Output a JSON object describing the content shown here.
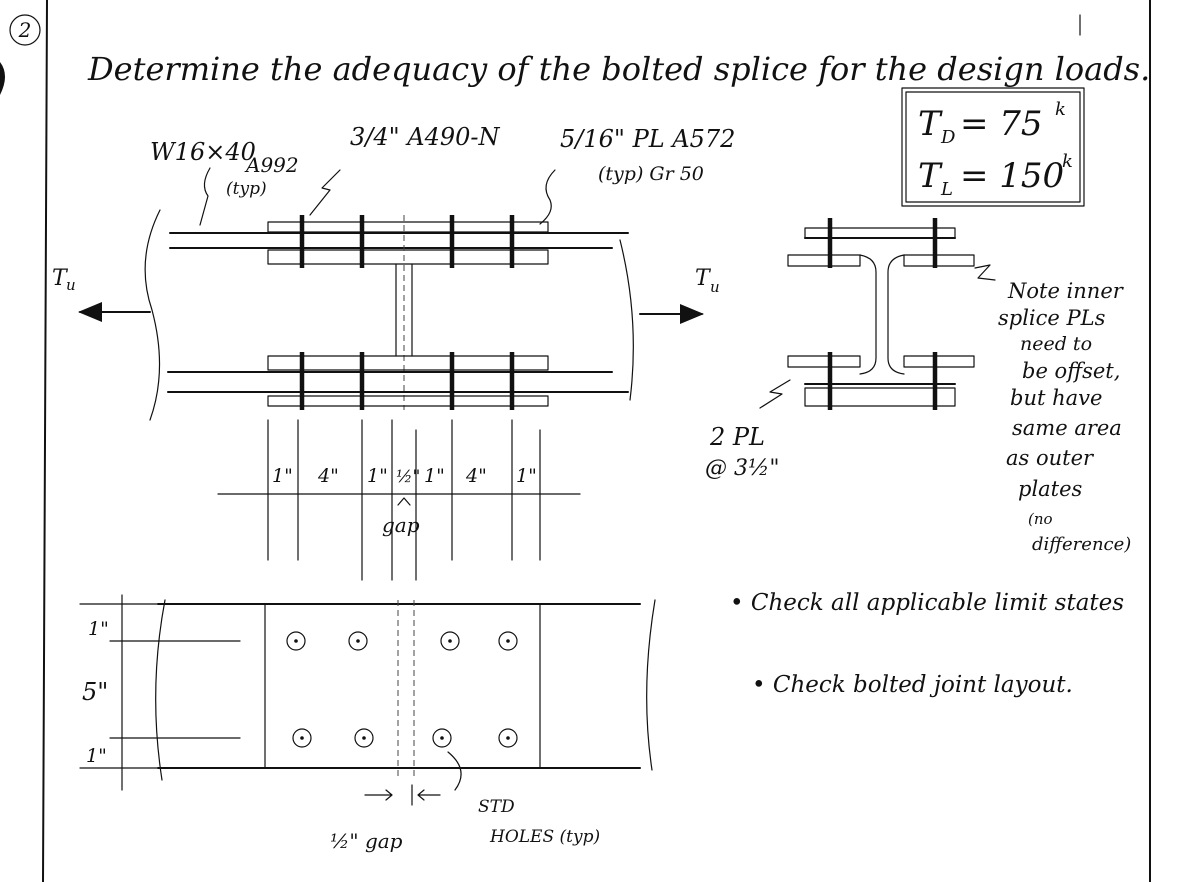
{
  "problem": {
    "number": "2",
    "statement": "Determine the adequacy of the bolted splice for the design loads."
  },
  "loads": {
    "td": "T",
    "td_sub": "D",
    "td_value": "= 75",
    "tl": "T",
    "tl_sub": "L",
    "tl_value": "= 150",
    "unit": "k"
  },
  "labels": {
    "beam": "W16×40",
    "beam_grade": "A992",
    "beam_typ": "(typ)",
    "bolt": "3/4\" A490-N",
    "plate": "5/16\" PL A572",
    "plate_typ": "(typ) Gr 50",
    "tu_left": "T",
    "tu_right": "T",
    "tu_sub": "u",
    "inner_plates": "2 PL",
    "inner_plates_size": "@ 3½\"",
    "gap_label": "gap",
    "gap_bottom": "½\" gap",
    "std_holes_1": "STD",
    "std_holes_2": "HOLES (typ)"
  },
  "note": {
    "lines": [
      "Note inner",
      "splice PLs",
      "need to",
      "be offset,",
      "but have",
      "same area",
      "as outer",
      "plates",
      "(no",
      "difference)"
    ]
  },
  "dimensions": {
    "horizontal": [
      "1\"",
      "4\"",
      "1\"",
      "½\"",
      "1\"",
      "4\"",
      "1\""
    ],
    "vertical": [
      "1\"",
      "5\"",
      "1\""
    ]
  },
  "tasks": [
    "• Check all applicable limit states",
    "• Check bolted joint layout."
  ]
}
